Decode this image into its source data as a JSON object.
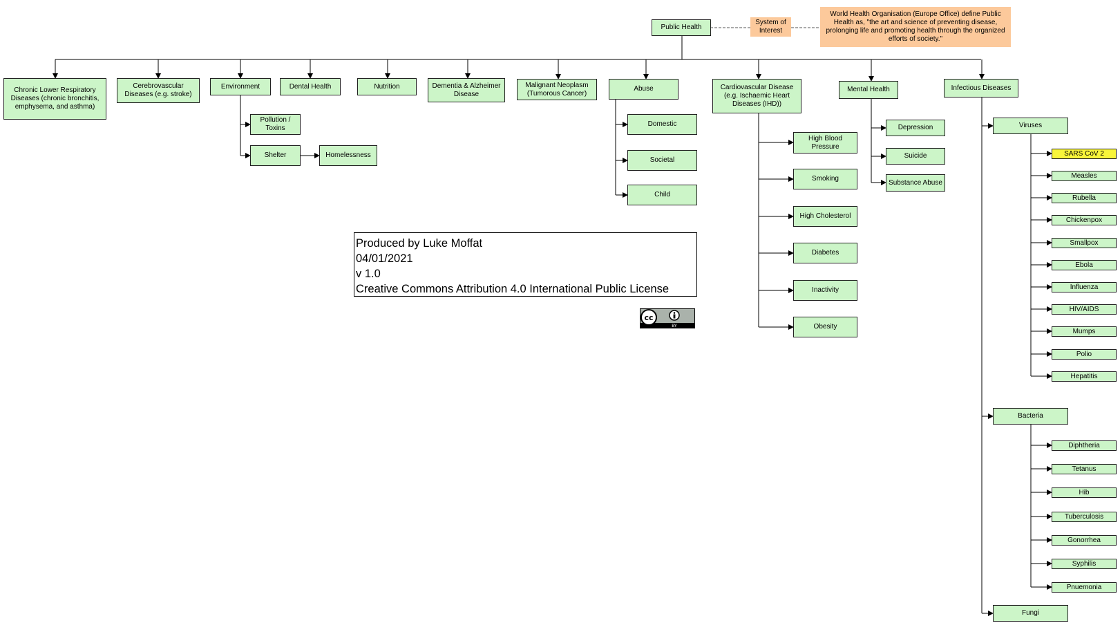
{
  "nodes": {
    "root": "Public Health",
    "system": "System of Interest",
    "definition": "World Health Organisation (Europe Office) define Public Health as, \"the art and science of preventing disease, prolonging life and promoting health through the organized efforts of society.\"",
    "clrd": "Chronic Lower Respiratory Diseases (chronic bronchitis, emphysema, and asthma)",
    "cerebro": "Cerebrovascular Diseases (e.g. stroke)",
    "environment": "Environment",
    "pollution": "Pollution / Toxins",
    "shelter": "Shelter",
    "homelessness": "Homelessness",
    "dental": "Dental Health",
    "nutrition": "Nutrition",
    "dementia": "Dementia & Alzheimer Disease",
    "neoplasm": "Malignant Neoplasm (Tumorous Cancer)",
    "abuse": "Abuse",
    "domestic": "Domestic",
    "societal": "Societal",
    "child": "Child",
    "cardio": "Cardiovascular Disease (e.g. Ischaemic Heart Diseases (IHD))",
    "hbp": "High Blood Pressure",
    "smoking": "Smoking",
    "cholesterol": "High Cholesterol",
    "diabetes": "Diabetes",
    "inactivity": "Inactivity",
    "obesity": "Obesity",
    "mental": "Mental Health",
    "depression": "Depression",
    "suicide": "Suicide",
    "substance": "Substance Abuse",
    "infectious": "Infectious Diseases",
    "viruses": "Viruses",
    "sars": "SARS CoV 2",
    "measles": "Measles",
    "rubella": "Rubella",
    "chickenpox": "Chickenpox",
    "smallpox": "Smallpox",
    "ebola": "Ebola",
    "influenza": "Influenza",
    "hiv": "HIV/AIDS",
    "mumps": "Mumps",
    "polio": "Polio",
    "hepatitis": "Hepatitis",
    "bacteria": "Bacteria",
    "diphtheria": "Diphtheria",
    "tetanus": "Tetanus",
    "hib": "Hib",
    "tuberculosis": "Tuberculosis",
    "gonorrhea": "Gonorrhea",
    "syphilis": "Syphilis",
    "pneumonia": "Pnuemonia",
    "fungi": "Fungi"
  },
  "credits": {
    "author": "Produced by Luke Moffat",
    "date": "04/01/2021",
    "version": "v 1.0",
    "license": "Creative Commons Attribution 4.0 International Public License"
  },
  "badge": {
    "cc": "cc",
    "by": "BY"
  },
  "colors": {
    "node": "#ccf5c8",
    "highlight": "#f8f53a",
    "annotation": "#fcc99b",
    "line": "#000000"
  }
}
